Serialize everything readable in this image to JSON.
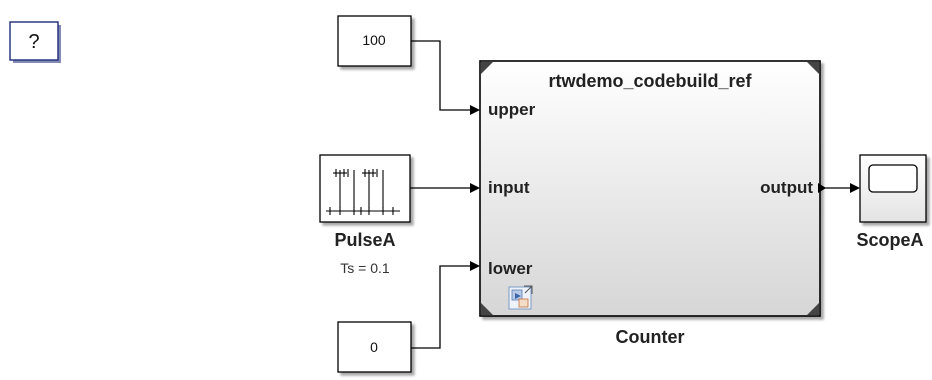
{
  "help_button": {
    "label": "?"
  },
  "blocks": {
    "const_upper": {
      "value": "100"
    },
    "const_lower": {
      "value": "0"
    },
    "pulse": {
      "name": "PulseA",
      "sample_time": "Ts = 0.1"
    },
    "model_ref": {
      "model_name": "rtwdemo_codebuild_ref",
      "block_name": "Counter",
      "inputs": [
        "upper",
        "input",
        "lower"
      ],
      "outputs": [
        "output"
      ]
    },
    "scope": {
      "name": "ScopeA"
    }
  },
  "colors": {
    "line": "#000000",
    "block_fill": "#ffffff",
    "model_fill_top": "#ffffff",
    "model_fill_bottom": "#d8d8d8",
    "help_border": "#1f2a7a"
  },
  "icons": {
    "pulse_icon": "pulse-train-icon",
    "scope_icon": "scope-screen-icon",
    "model_icon": "model-reference-icon"
  }
}
